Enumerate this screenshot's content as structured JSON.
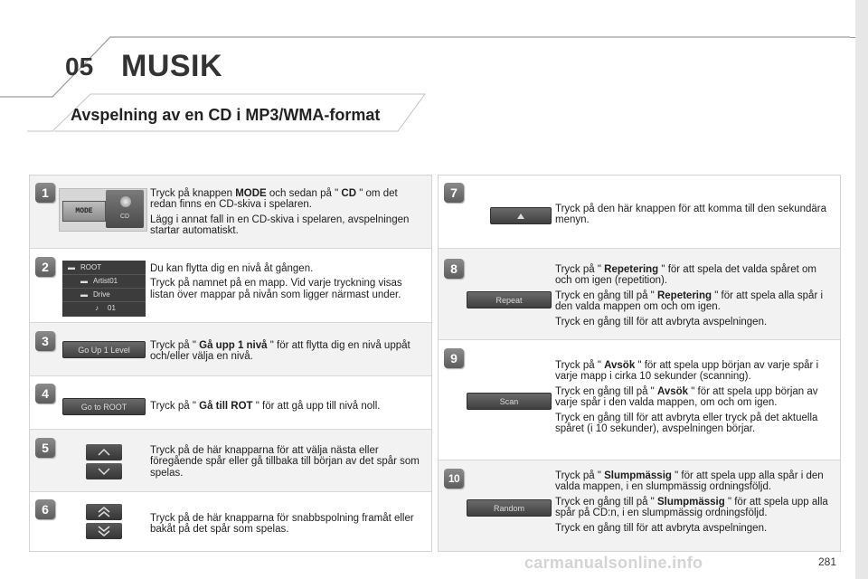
{
  "header": {
    "chapter_number": "05",
    "chapter_title": "MUSIK",
    "section_title": "Avspelning av en CD i MP3/WMA-format"
  },
  "left_panel": {
    "step1": {
      "badge": "1",
      "mode_label": "MODE",
      "cd_label": "CD",
      "p1_a": "Tryck på knappen ",
      "p1_b": "MODE",
      "p1_c": " och sedan på \" ",
      "p1_d": "CD",
      "p1_e": " \" om det redan finns en CD-skiva i spelaren.",
      "p2": "Lägg i annat fall in en CD-skiva i spelaren, avspelningen startar automatiskt."
    },
    "step2": {
      "badge": "2",
      "list": [
        "ROOT",
        "Artist01",
        "Drive",
        "01"
      ],
      "p1": "Du kan flytta dig en nivå åt gången.",
      "p2": "Tryck på namnet på en mapp. Vid varje tryckning visas listan över mappar på nivån som ligger närmast under."
    },
    "step3": {
      "badge": "3",
      "button": "Go Up 1 Level",
      "p_a": "Tryck på \" ",
      "p_b": "Gå upp 1 nivå",
      "p_c": " \" för att flytta dig en nivå uppåt och/eller välja en nivå."
    },
    "step4": {
      "badge": "4",
      "button": "Go to ROOT",
      "p_a": "Tryck på \" ",
      "p_b": "Gå till ROT",
      "p_c": " \" för att gå upp till nivå noll."
    },
    "step5": {
      "badge": "5",
      "p": "Tryck på de här knapparna för att välja nästa eller föregående spår eller gå tillbaka till början av det spår som spelas."
    },
    "step6": {
      "badge": "6",
      "p": "Tryck på de här knapparna för snabbspolning framåt eller bakåt på det spår som spelas."
    }
  },
  "right_panel": {
    "step7": {
      "badge": "7",
      "p": "Tryck på den här knappen för att komma till den sekundära menyn."
    },
    "step8": {
      "badge": "8",
      "button": "Repeat",
      "p1_a": "Tryck på \" ",
      "p1_b": "Repetering",
      "p1_c": " \" för att spela det valda spåret om och om igen (repetition).",
      "p2_a": "Tryck en gång till på \" ",
      "p2_b": "Repetering",
      "p2_c": " \" för att spela alla spår i den valda mappen om och om igen.",
      "p3": "Tryck en gång till för att avbryta avspelningen."
    },
    "step9": {
      "badge": "9",
      "button": "Scan",
      "p1_a": "Tryck på \" ",
      "p1_b": "Avsök",
      "p1_c": " \" för att spela upp början av varje spår i varje mapp i cirka 10 sekunder (scanning).",
      "p2_a": "Tryck en gång till på \" ",
      "p2_b": "Avsök",
      "p2_c": " \" för att spela upp början av varje spår i den valda mappen, om och om igen.",
      "p3": "Tryck en gång till för att avbryta eller tryck på det aktuella spåret (i 10 sekunder), avspelningen börjar."
    },
    "step10": {
      "badge": "10",
      "button": "Random",
      "p1_a": "Tryck på \" ",
      "p1_b": "Slumpmässig",
      "p1_c": " \" för att spela upp alla spår i den valda mappen, i en slumpmässig ordningsföljd.",
      "p2_a": "Tryck en gång till på \" ",
      "p2_b": "Slumpmässig",
      "p2_c": " \" för att spela upp alla spår på CD:n, i en slumpmässig ordningsföljd.",
      "p3": "Tryck en gång till för att avbryta avspelningen."
    }
  },
  "footer": {
    "page_number": "281",
    "watermark": "carmanualsonline.info"
  }
}
